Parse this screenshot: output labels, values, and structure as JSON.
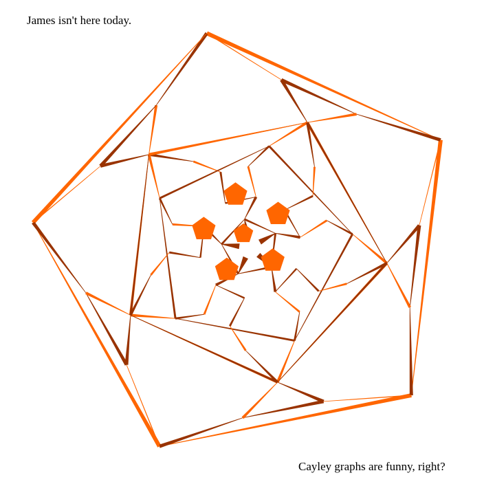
{
  "captions": {
    "top": "James isn't here today.",
    "bottom": "Cayley graphs are funny, right?"
  },
  "colors": {
    "generator_a": "#ff6600",
    "generator_b": "#993300",
    "background": "#ffffff"
  },
  "graph": {
    "description_type": "cayley-graph",
    "vertex_count": 60,
    "symmetry": "5-fold rotational"
  }
}
